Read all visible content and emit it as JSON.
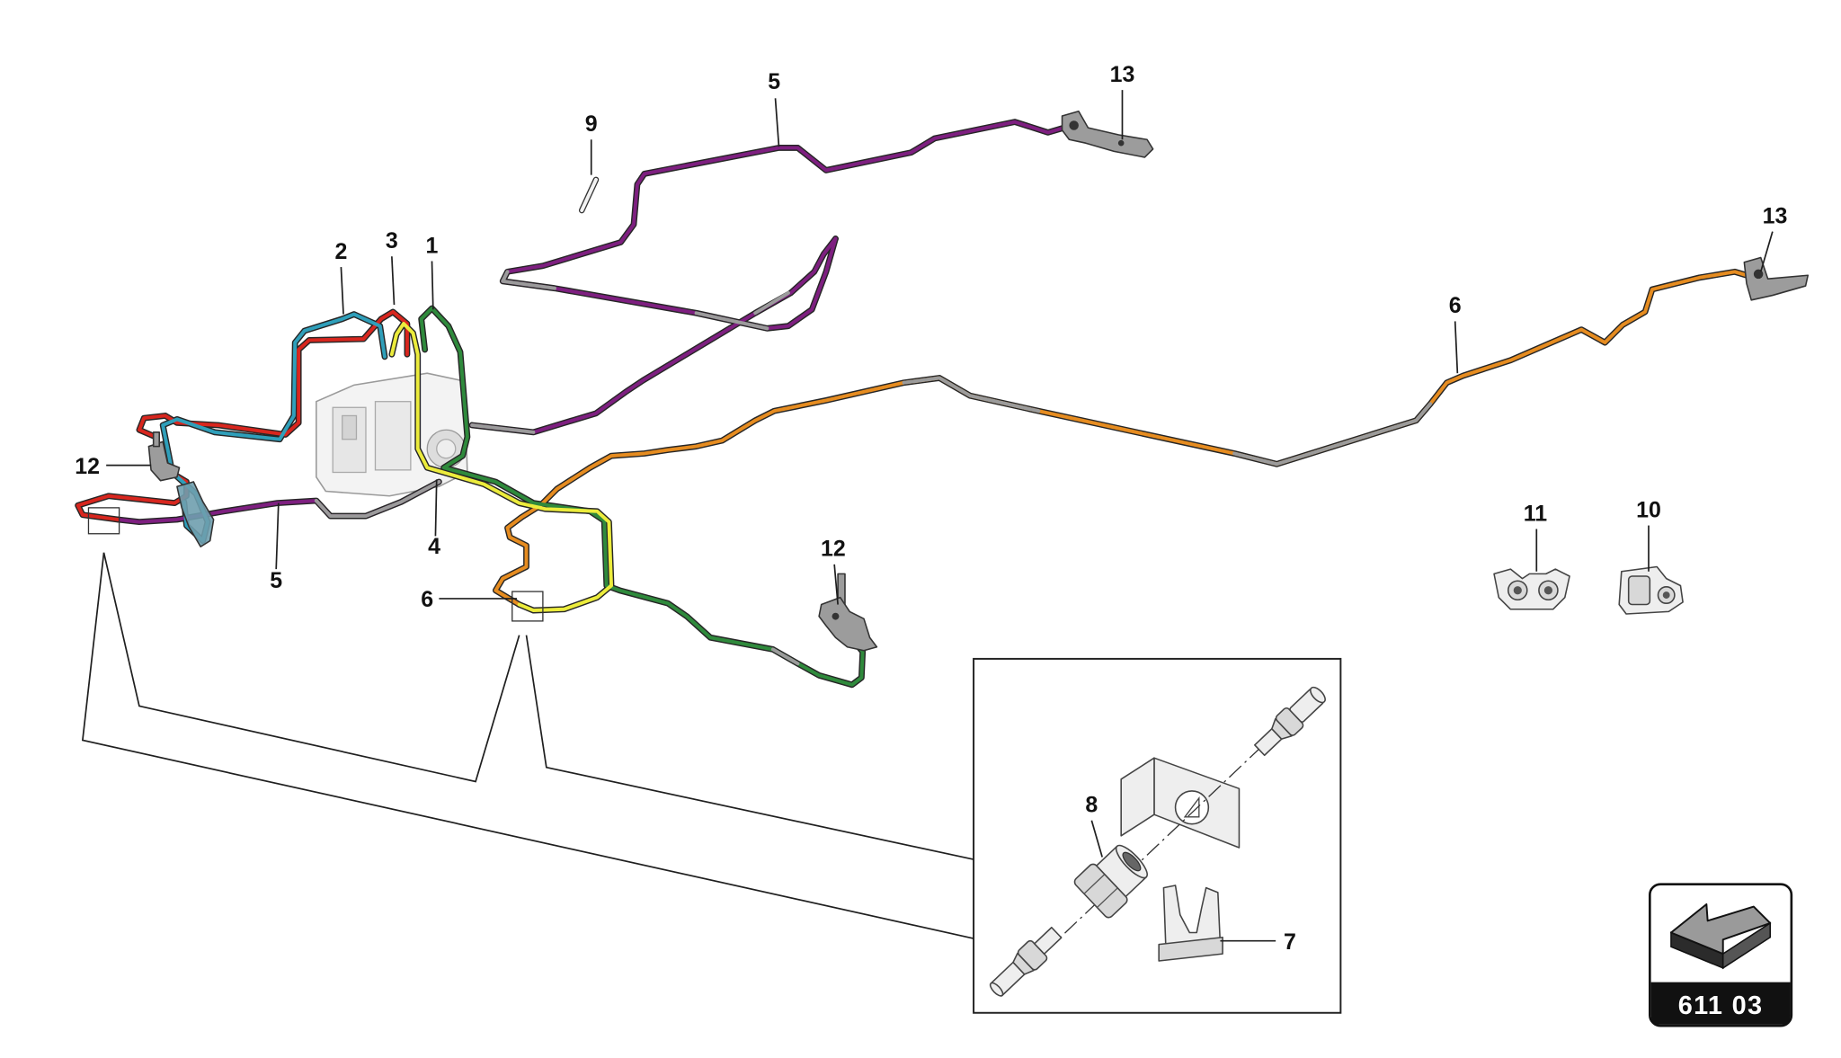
{
  "figure": {
    "reference_code": "611 03"
  },
  "callouts": [
    "5",
    "9",
    "13",
    "13",
    "2",
    "3",
    "1",
    "6",
    "12",
    "4",
    "5",
    "6",
    "12",
    "11",
    "10",
    "8",
    "7"
  ],
  "colors": {
    "purple": "#7e1f80",
    "red": "#d8261e",
    "teal": "#2f9fba",
    "yellow": "#ecec3c",
    "green": "#2f8a3c",
    "orange": "#e68c20",
    "grey": "#9b9b9b"
  }
}
